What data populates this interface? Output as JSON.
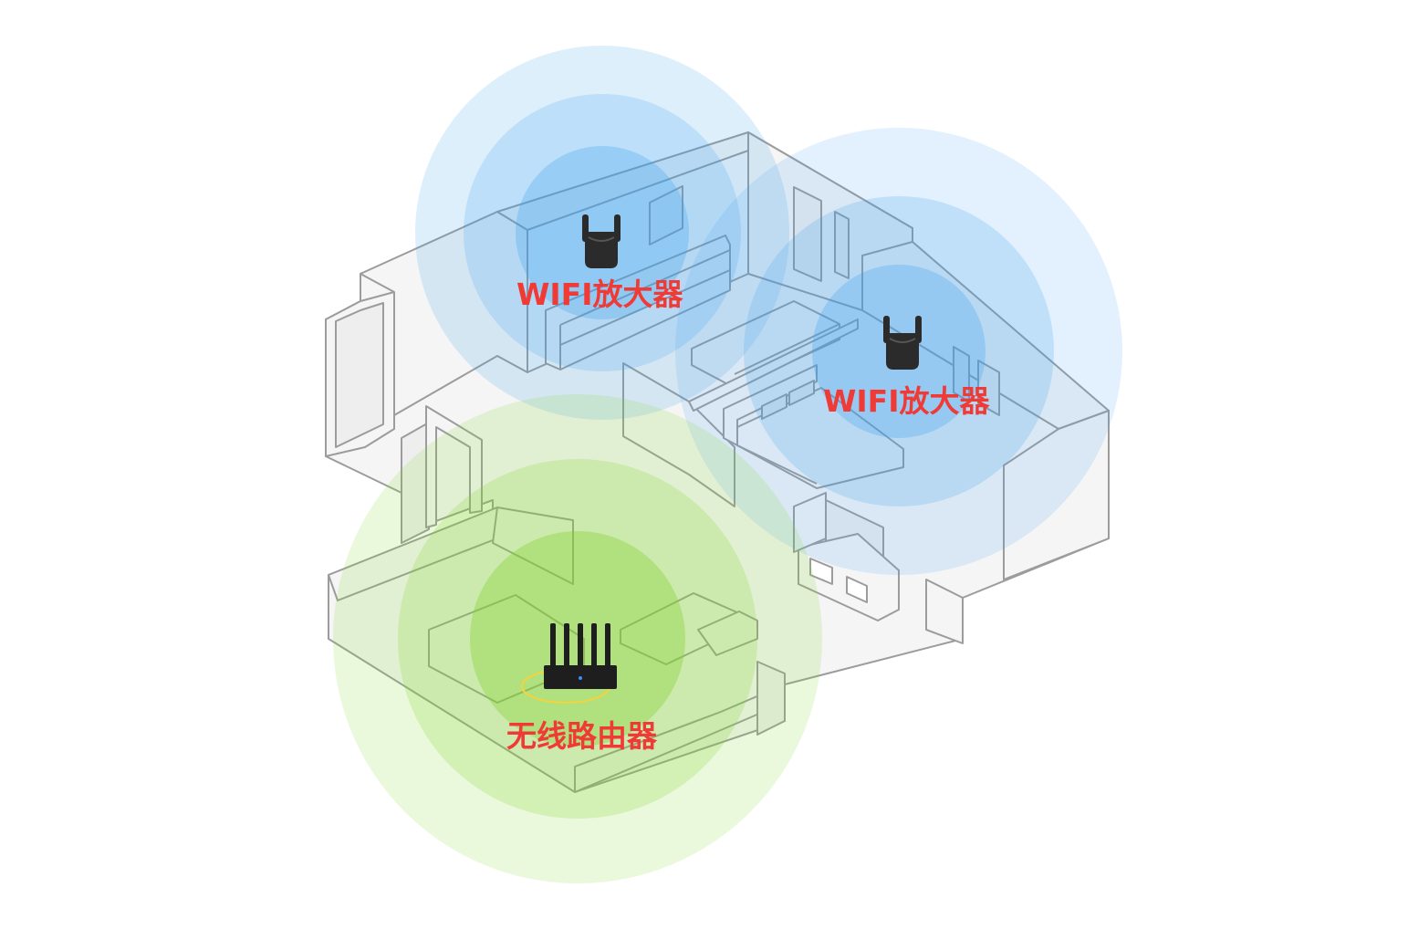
{
  "colors": {
    "background": "#ffffff",
    "label": "#f03a36",
    "wifi_blue": "#4aa8ee",
    "router_green": "#86e03a",
    "house_fill": "#f4f4f4",
    "house_stroke": "#9a9a9a",
    "device": "#2b2b2b"
  },
  "devices": {
    "extender_1": {
      "label": "WIFI放大器",
      "icon": "wifi-extender-icon"
    },
    "extender_2": {
      "label": "WIFI放大器",
      "icon": "wifi-extender-icon"
    },
    "router": {
      "label": "无线路由器",
      "icon": "wireless-router-icon"
    }
  }
}
